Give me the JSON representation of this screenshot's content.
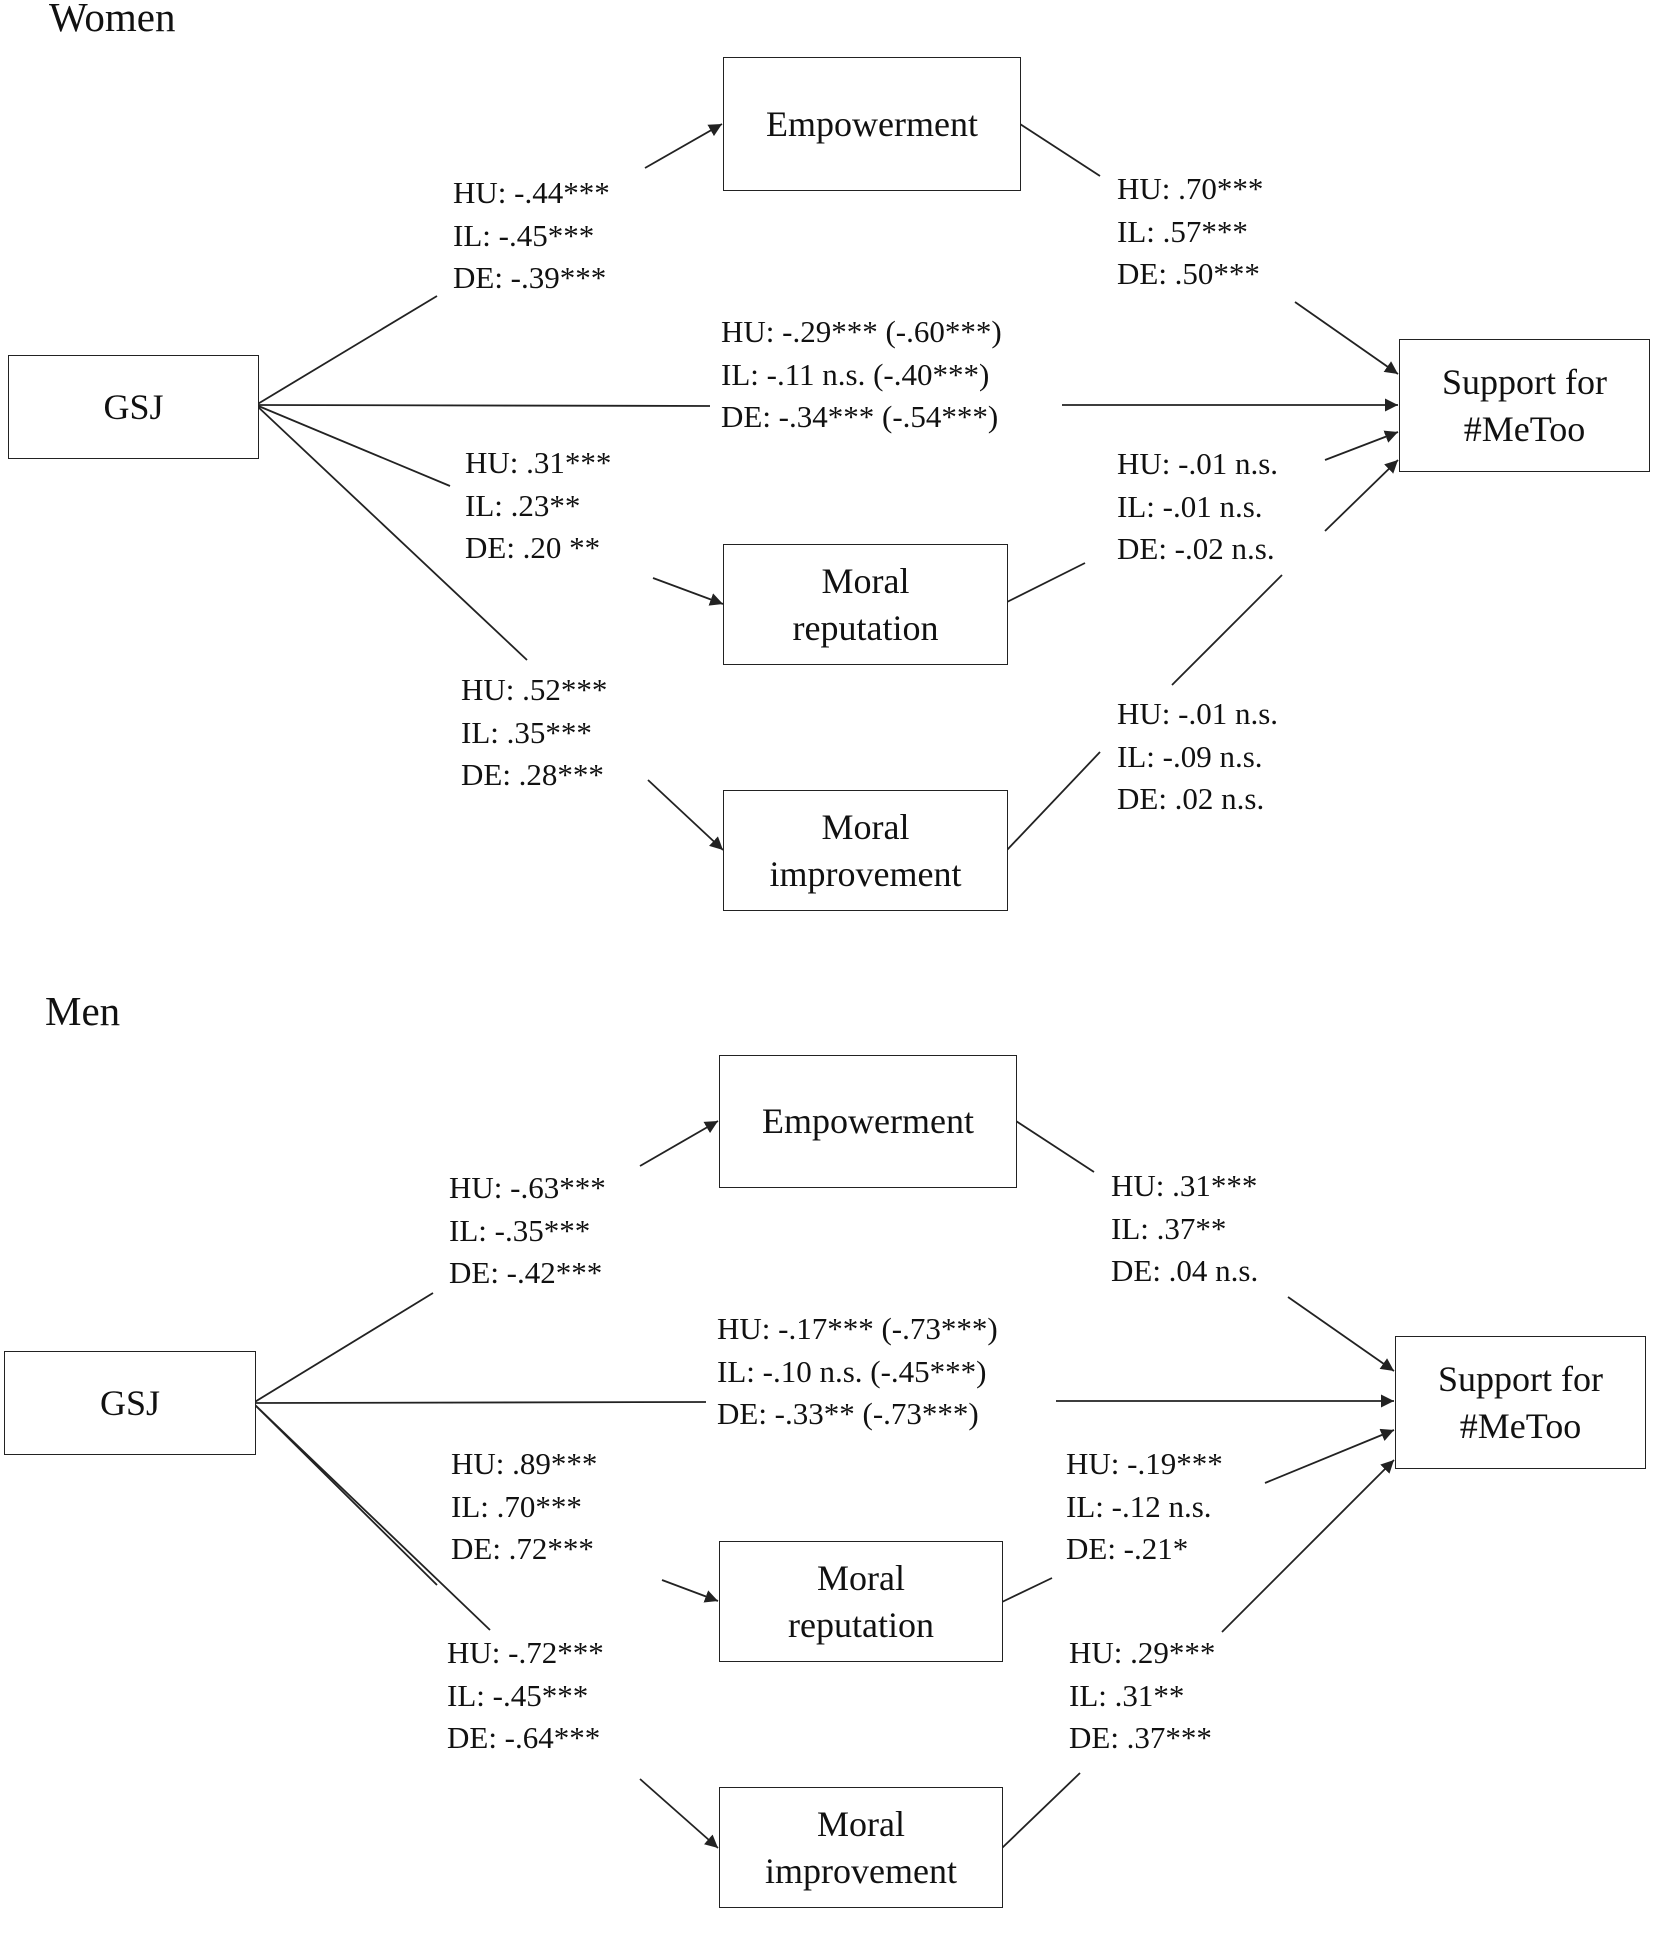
{
  "panels": [
    {
      "title": "Women",
      "nodes": {
        "gsj": [
          "GSJ"
        ],
        "empowerment": [
          "Empowerment"
        ],
        "moral_reputation": [
          "Moral",
          "reputation"
        ],
        "moral_improvement": [
          "Moral",
          "improvement"
        ],
        "support": [
          "Support for",
          "#MeToo"
        ]
      },
      "paths": {
        "gsj_empowerment": [
          "HU: -.44***",
          "IL: -.45***",
          "DE: -.39***"
        ],
        "empowerment_support": [
          "HU: .70***",
          "IL: .57***",
          "DE: .50***"
        ],
        "gsj_support": [
          "HU: -.29*** (-.60***)",
          "IL: -.11 n.s. (-.40***)",
          "DE: -.34*** (-.54***)"
        ],
        "gsj_moral_reputation": [
          "HU: .31***",
          "IL: .23**",
          "DE: .20 **"
        ],
        "moral_reputation_support": [
          "HU: -.01 n.s.",
          "IL: -.01 n.s.",
          "DE: -.02 n.s."
        ],
        "gsj_moral_improvement": [
          "HU: .52***",
          "IL: .35***",
          "DE: .28***"
        ],
        "moral_improvement_support": [
          "HU: -.01 n.s.",
          "IL: -.09 n.s.",
          "DE: .02 n.s."
        ]
      }
    },
    {
      "title": "Men",
      "nodes": {
        "gsj": [
          "GSJ"
        ],
        "empowerment": [
          "Empowerment"
        ],
        "moral_reputation": [
          "Moral",
          "reputation"
        ],
        "moral_improvement": [
          "Moral",
          "improvement"
        ],
        "support": [
          "Support for",
          "#MeToo"
        ]
      },
      "paths": {
        "gsj_empowerment": [
          "HU: -.63***",
          "IL: -.35***",
          "DE: -.42***"
        ],
        "empowerment_support": [
          "HU: .31***",
          "IL: .37**",
          "DE: .04 n.s."
        ],
        "gsj_support": [
          "HU: -.17*** (-.73***)",
          "IL: -.10 n.s. (-.45***)",
          "DE: -.33**  (-.73***)"
        ],
        "gsj_moral_reputation": [
          "HU: .89***",
          "IL: .70***",
          "DE: .72***"
        ],
        "moral_reputation_support": [
          "HU: -.19***",
          "IL: -.12 n.s.",
          "DE: -.21*"
        ],
        "gsj_moral_improvement": [
          "HU: -.72***",
          "IL: -.45***",
          "DE: -.64***"
        ],
        "moral_improvement_support": [
          "HU: .29***",
          "IL: .31**",
          "DE: .37***"
        ]
      }
    }
  ]
}
